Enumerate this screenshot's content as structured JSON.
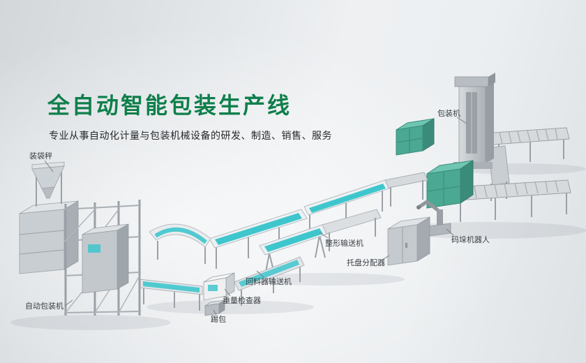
{
  "hero": {
    "title": "全自动智能包装生产线",
    "subtitle": "专业从事自动化计量与包装机械设备的研发、制造、销售、服务"
  },
  "labels": [
    {
      "id": "bagging-scale",
      "text": "装袋秤"
    },
    {
      "id": "packaging-machine",
      "text": "包装机"
    },
    {
      "id": "shaping-conveyor",
      "text": "整形输送机"
    },
    {
      "id": "palletizing-robot",
      "text": "码垛机器人"
    },
    {
      "id": "pallet-dispenser",
      "text": "托盘分配器"
    },
    {
      "id": "return-feeder-conveyor",
      "text": "回料器输送机"
    },
    {
      "id": "weight-checker",
      "text": "重量检查器"
    },
    {
      "id": "bag-rejector",
      "text": "踢包"
    },
    {
      "id": "auto-packing-machine",
      "text": "自动包装机"
    }
  ],
  "colors": {
    "title_green": "#0f7f4b",
    "belt_teal": "#3fc6cd",
    "box_green": "#4aa893",
    "machine_gray": "#c5cace",
    "background_gray": "#e4e8ea"
  }
}
